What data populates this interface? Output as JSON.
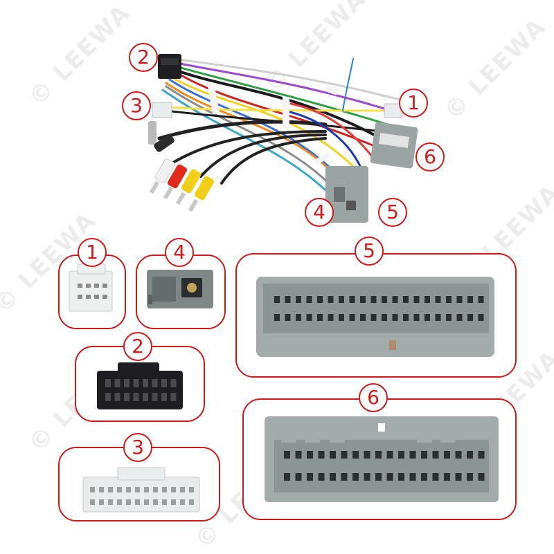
{
  "watermark": {
    "text": "© LEEWA"
  },
  "callouts": {
    "harness_1": "1",
    "harness_2": "2",
    "harness_3": "3",
    "harness_4": "4",
    "harness_5": "5",
    "harness_6": "6",
    "panel_1": "1",
    "panel_2": "2",
    "panel_3": "3",
    "panel_4": "4",
    "panel_5": "5",
    "panel_6": "6"
  },
  "colors": {
    "callout_red": "#d41818",
    "grey_connector": "#9aa4a2",
    "black_connector": "#1e1e22",
    "white_connector": "#e8ecec",
    "rca_red": "#e02a1a",
    "rca_yellow": "#f2cf17"
  }
}
